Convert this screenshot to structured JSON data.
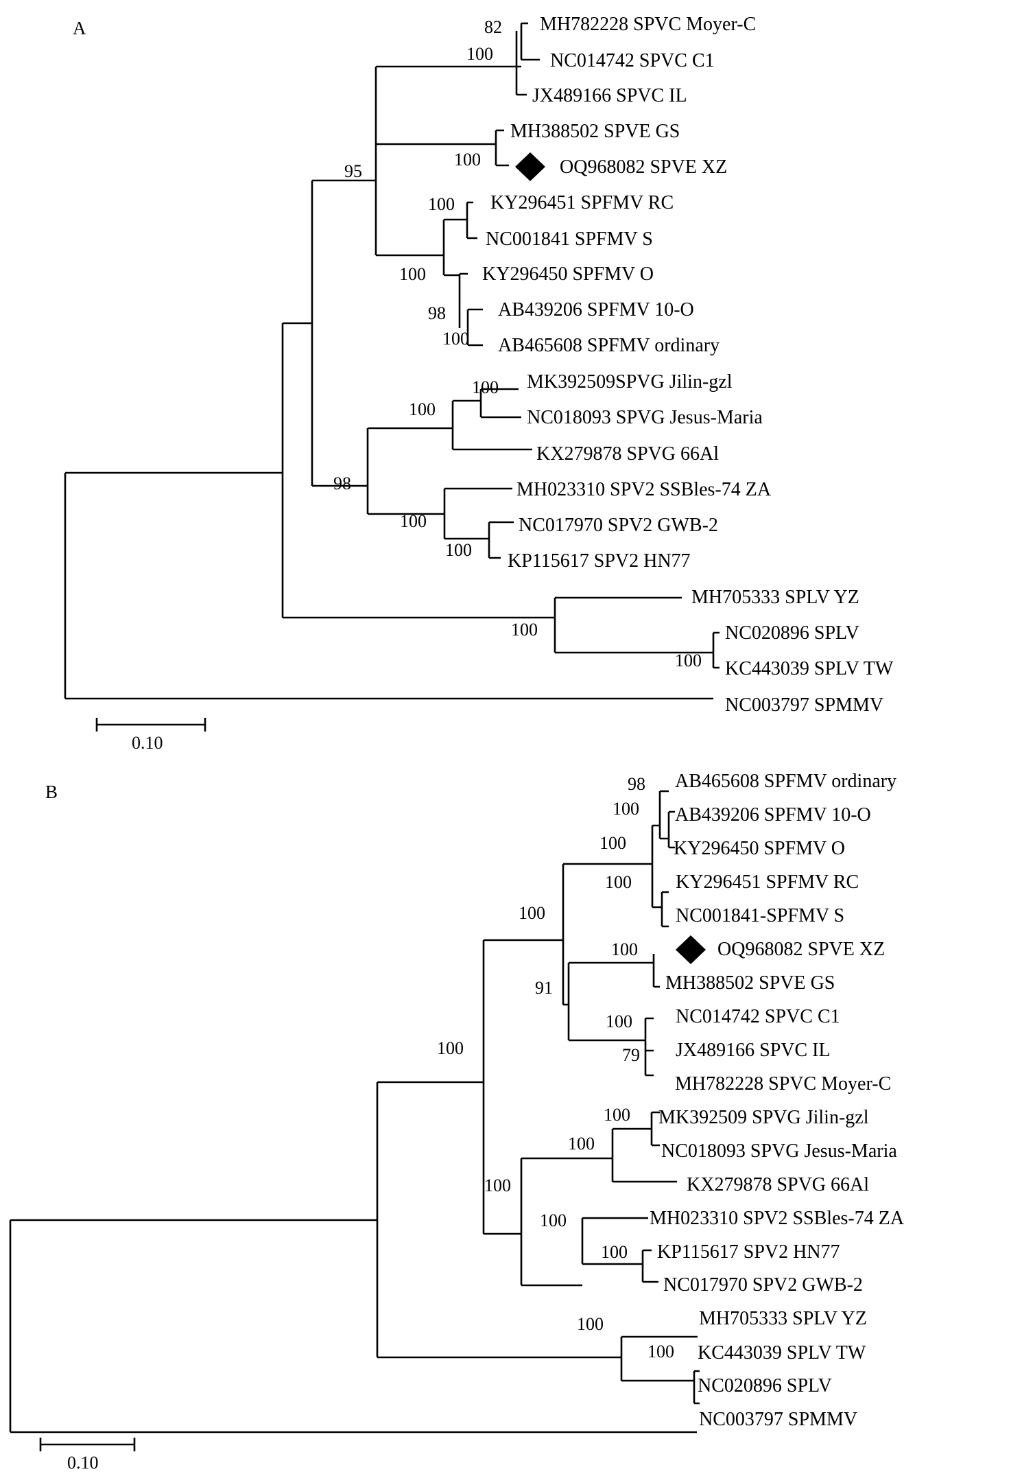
{
  "colors": {
    "line": "#000000",
    "marker": "#000000",
    "background": "#ffffff"
  },
  "marker_shape": "diamond",
  "panels": [
    {
      "label": "A",
      "scale_label": "0.10",
      "tips": [
        "MH782228 SPVC Moyer-C",
        "NC014742 SPVC C1",
        "JX489166 SPVC IL",
        "MH388502 SPVE GS",
        "OQ968082 SPVE XZ",
        "KY296451 SPFMV RC",
        "NC001841 SPFMV S",
        "KY296450 SPFMV O",
        "AB439206 SPFMV 10-O",
        "AB465608 SPFMV ordinary",
        "MK392509SPVG Jilin-gzl",
        "NC018093 SPVG Jesus-Maria",
        "KX279878 SPVG 66Al",
        "MH023310 SPV2 SSBles-74 ZA",
        "NC017970 SPV2 GWB-2",
        "KP115617 SPV2 HN77",
        "MH705333 SPLV YZ",
        "NC020896 SPLV",
        "KC443039 SPLV TW",
        "NC003797 SPMMV"
      ],
      "bootstraps": [
        "82",
        "100",
        "100",
        "95",
        "100",
        "100",
        "98",
        "100",
        "100",
        "100",
        "98",
        "100",
        "100",
        "100",
        "100"
      ]
    },
    {
      "label": "B",
      "scale_label": "0.10",
      "tips": [
        "AB465608 SPFMV ordinary",
        "AB439206 SPFMV 10-O",
        "KY296450 SPFMV O",
        "KY296451 SPFMV RC",
        "NC001841-SPFMV S",
        "OQ968082 SPVE XZ",
        "MH388502 SPVE GS",
        "NC014742 SPVC C1",
        "JX489166 SPVC IL",
        "MH782228 SPVC Moyer-C",
        "MK392509 SPVG Jilin-gzl",
        "NC018093 SPVG Jesus-Maria",
        "KX279878 SPVG 66Al",
        "MH023310 SPV2 SSBles-74 ZA",
        "KP115617 SPV2 HN77",
        "NC017970 SPV2 GWB-2",
        "MH705333 SPLV YZ",
        "KC443039 SPLV TW",
        "NC020896 SPLV",
        "NC003797 SPMMV"
      ],
      "bootstraps": [
        "98",
        "100",
        "100",
        "100",
        "100",
        "100",
        "91",
        "100",
        "79",
        "100",
        "100",
        "100",
        "100",
        "100",
        "100",
        "100",
        "100"
      ]
    }
  ]
}
